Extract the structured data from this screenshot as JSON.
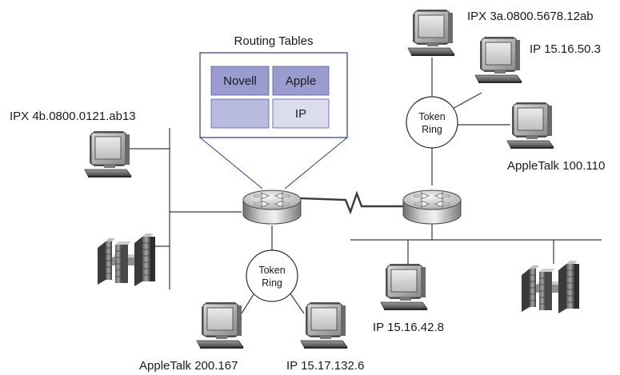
{
  "routing_tables": {
    "title": "Routing Tables",
    "cells": [
      "Novell",
      "Apple",
      "",
      "IP"
    ]
  },
  "token_ring_left": {
    "line1": "Token",
    "line2": "Ring"
  },
  "token_ring_right": {
    "line1": "Token",
    "line2": "Ring"
  },
  "hosts": {
    "ipx_left": "IPX 4b.0800.0121.ab13",
    "ipx_right": "IPX 3a.0800.5678.12ab",
    "ip_right_top": "IP 15.16.50.3",
    "appletalk_right": "AppleTalk 100.110",
    "appletalk_bottom": "AppleTalk 200.167",
    "ip_bottom": "IP 15.17.132.6",
    "ip_bottom_mid": "IP 15.16.42.8"
  },
  "colors": {
    "table_border": "#2b3a8f",
    "cell_dark": "#9a9cd0",
    "cell_light": "#dcdcef",
    "wire": "#3a3a3a"
  }
}
